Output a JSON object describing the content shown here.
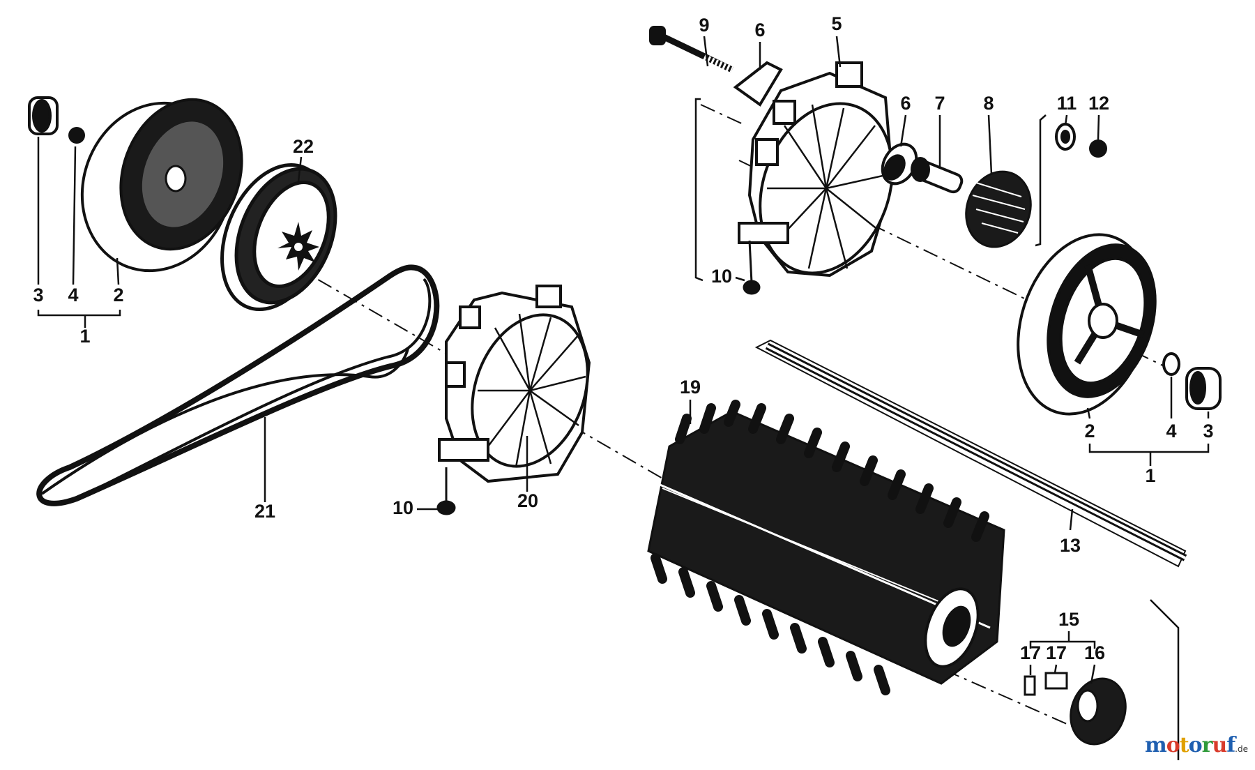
{
  "diagram": {
    "callouts": [
      {
        "id": "1a",
        "text": "1"
      },
      {
        "id": "2a",
        "text": "2"
      },
      {
        "id": "3a",
        "text": "3"
      },
      {
        "id": "4a",
        "text": "4"
      },
      {
        "id": "22",
        "text": "22"
      },
      {
        "id": "21",
        "text": "21"
      },
      {
        "id": "20",
        "text": "20"
      },
      {
        "id": "10a",
        "text": "10"
      },
      {
        "id": "19",
        "text": "19"
      },
      {
        "id": "9",
        "text": "9"
      },
      {
        "id": "6a",
        "text": "6"
      },
      {
        "id": "5",
        "text": "5"
      },
      {
        "id": "6b",
        "text": "6"
      },
      {
        "id": "7",
        "text": "7"
      },
      {
        "id": "8",
        "text": "8"
      },
      {
        "id": "11",
        "text": "11"
      },
      {
        "id": "12",
        "text": "12"
      },
      {
        "id": "10b",
        "text": "10"
      },
      {
        "id": "2b",
        "text": "2"
      },
      {
        "id": "4b",
        "text": "4"
      },
      {
        "id": "3b",
        "text": "3"
      },
      {
        "id": "1b",
        "text": "1"
      },
      {
        "id": "13",
        "text": "13"
      },
      {
        "id": "15",
        "text": "15"
      },
      {
        "id": "17a",
        "text": "17"
      },
      {
        "id": "17b",
        "text": "17"
      },
      {
        "id": "16",
        "text": "16"
      }
    ]
  },
  "watermark": {
    "letters": [
      {
        "ch": "m",
        "color": "#1f5fb0"
      },
      {
        "ch": "o",
        "color": "#d93b2b"
      },
      {
        "ch": "t",
        "color": "#e0a000"
      },
      {
        "ch": "o",
        "color": "#1f5fb0"
      },
      {
        "ch": "r",
        "color": "#2e9a3a"
      },
      {
        "ch": "u",
        "color": "#d93b2b"
      },
      {
        "ch": "f",
        "color": "#1f5fb0"
      }
    ],
    "suffix": ".de"
  }
}
